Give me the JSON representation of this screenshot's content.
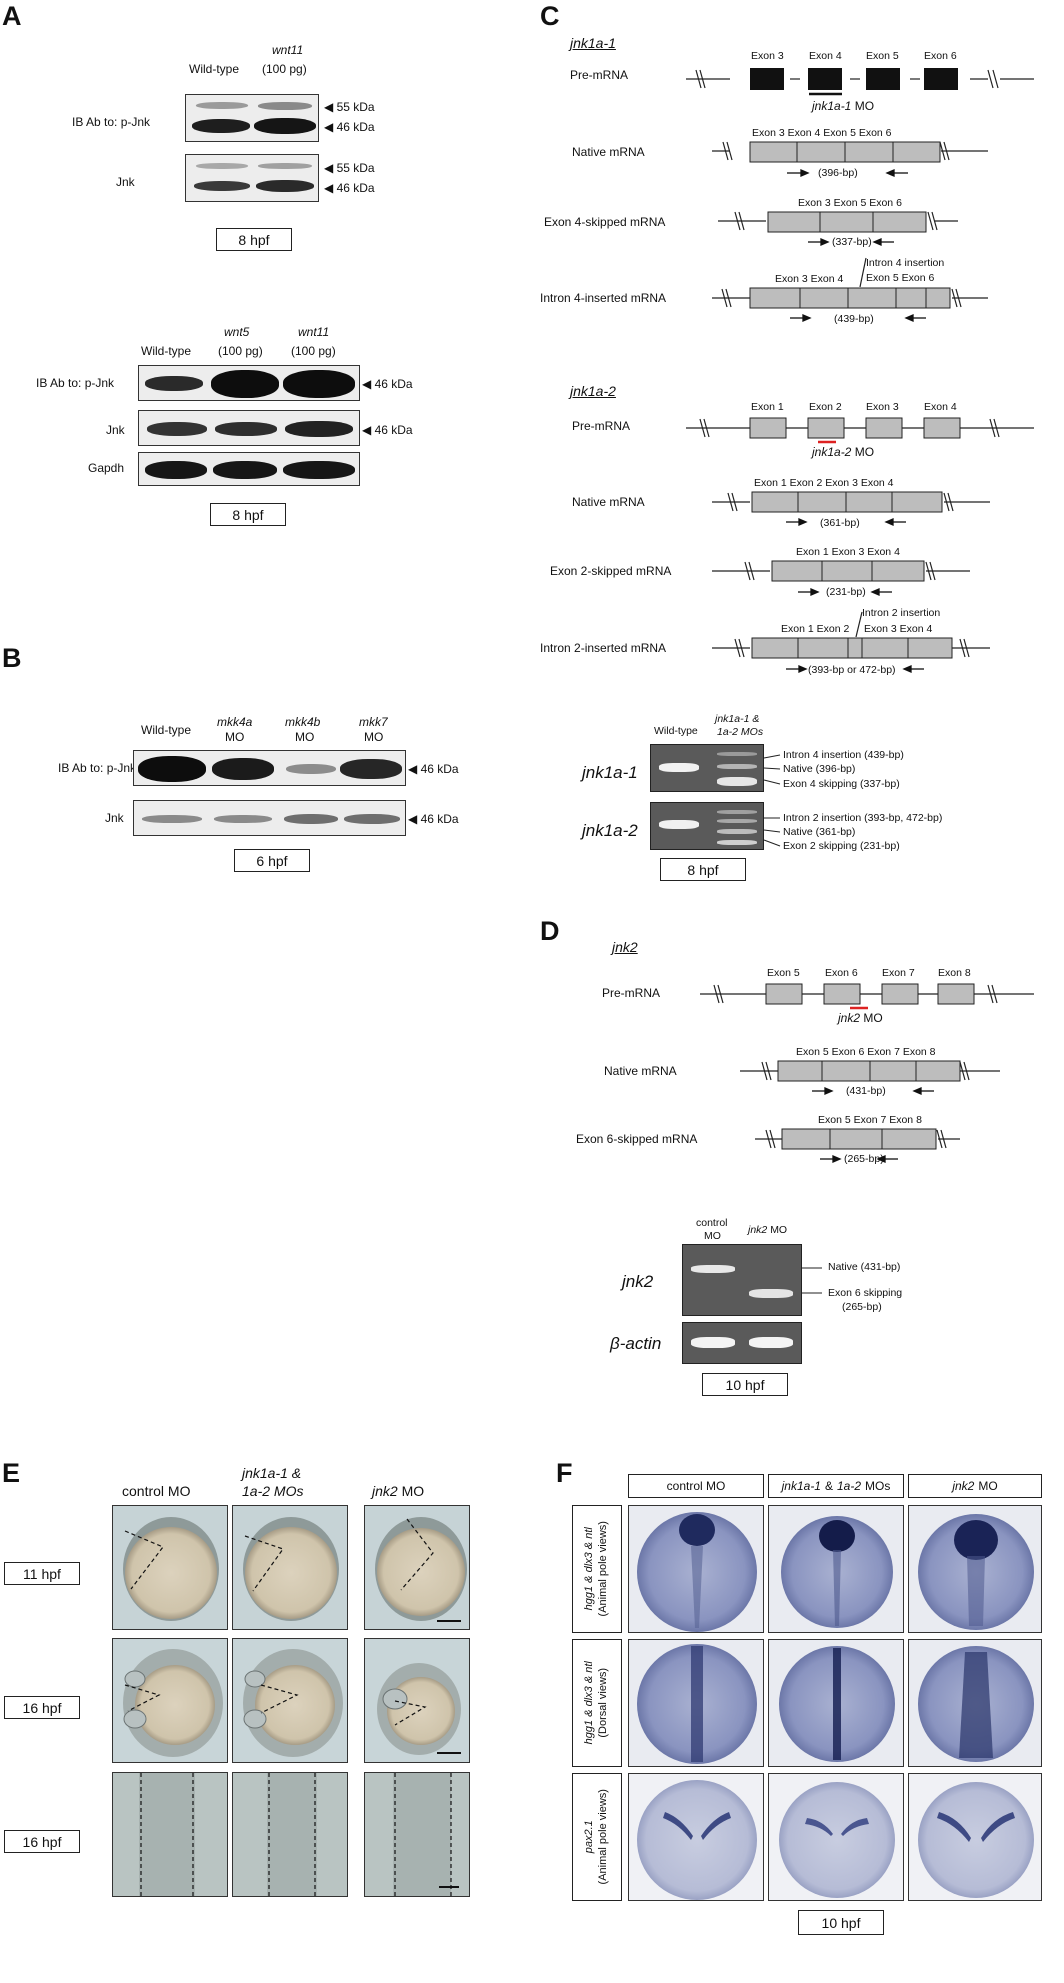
{
  "panels": {
    "a": "A",
    "b": "B",
    "c": "C",
    "d": "D",
    "e": "E",
    "f": "F"
  },
  "panelA": {
    "top": {
      "col_wt": "Wild-type",
      "col_wnt11_name": "wnt11",
      "col_wnt11_dose": "(100 pg)",
      "row_pjnk": "IB Ab to: p-Jnk",
      "row_jnk": "Jnk",
      "m55": "◀ 55 kDa",
      "m46": "◀ 46 kDa",
      "stage": "8 hpf"
    },
    "bottom": {
      "col_wt": "Wild-type",
      "col_wnt5_name": "wnt5",
      "col_wnt5_dose": "(100 pg)",
      "col_wnt11_name": "wnt11",
      "col_wnt11_dose": "(100 pg)",
      "row_pjnk": "IB Ab to: p-Jnk",
      "row_jnk": "Jnk",
      "row_gapdh": "Gapdh",
      "m46": "◀ 46 kDa",
      "stage": "8 hpf"
    }
  },
  "panelB": {
    "col_wt": "Wild-type",
    "col_mkk4a": "mkk4a",
    "col_mkk4b": "mkk4b",
    "col_mkk7": "mkk7",
    "mo": "MO",
    "row_pjnk": "IB Ab to:  p-Jnk",
    "row_jnk": "Jnk",
    "m46": "◀ 46 kDa",
    "stage": "6 hpf"
  },
  "panelC": {
    "jnk1a1": {
      "title": "jnk1a-1",
      "pre": "Pre-mRNA",
      "native": "Native mRNA",
      "skipped": "Exon 4-skipped mRNA",
      "inserted": "Intron 4-inserted mRNA",
      "ex3": "Exon 3",
      "ex4": "Exon 4",
      "ex5": "Exon 5",
      "ex6": "Exon 6",
      "mo_name": "jnk1a-1",
      "mo": "MO",
      "native_exons": "Exon 3 Exon 4 Exon 5 Exon 6",
      "native_bp": "(396-bp)",
      "skip_exons": "Exon 3 Exon 5 Exon 6",
      "skip_bp": "(337-bp)",
      "ins_left": "Exon 3 Exon 4",
      "ins_label": "Intron 4 insertion",
      "ins_right": "Exon 5 Exon 6",
      "ins_bp": "(439-bp)"
    },
    "jnk1a2": {
      "title": "jnk1a-2",
      "pre": "Pre-mRNA",
      "native": "Native mRNA",
      "skipped": "Exon 2-skipped mRNA",
      "inserted": "Intron 2-inserted mRNA",
      "ex1": "Exon 1",
      "ex2": "Exon 2",
      "ex3": "Exon 3",
      "ex4": "Exon 4",
      "mo_name": "jnk1a-2",
      "mo": "MO",
      "native_exons": "Exon 1 Exon 2 Exon 3 Exon 4",
      "native_bp": "(361-bp)",
      "skip_exons": "Exon 1 Exon 3 Exon 4",
      "skip_bp": "(231-bp)",
      "ins_left": "Exon 1 Exon 2",
      "ins_label": "Intron 2 insertion",
      "ins_right": "Exon 3 Exon 4",
      "ins_bp": "(393-bp or 472-bp)"
    },
    "gel": {
      "col_wt": "Wild-type",
      "col_mo1": "jnk1a-1 &",
      "col_mo2": "1a-2 MOs",
      "row1": "jnk1a-1",
      "row2": "jnk1a-2",
      "r1_a": "Intron 4 insertion (439-bp)",
      "r1_b": "Native (396-bp)",
      "r1_c": "Exon 4 skipping (337-bp)",
      "r2_a": "Intron 2 insertion (393-bp, 472-bp)",
      "r2_b": "Native (361-bp)",
      "r2_c": "Exon 2 skipping (231-bp)",
      "stage": "8 hpf"
    }
  },
  "panelD": {
    "title": "jnk2",
    "pre": "Pre-mRNA",
    "native": "Native mRNA",
    "skipped": "Exon 6-skipped mRNA",
    "ex5": "Exon 5",
    "ex6": "Exon 6",
    "ex7": "Exon 7",
    "ex8": "Exon 8",
    "mo_name": "jnk2",
    "mo": "MO",
    "native_exons": "Exon 5 Exon 6 Exon 7 Exon 8",
    "native_bp": "(431-bp)",
    "skip_exons": "Exon 5 Exon 7 Exon 8",
    "skip_bp": "(265-bp)",
    "gel": {
      "col_ctrl1": "control",
      "col_ctrl2": "MO",
      "col_jnk2": "jnk2",
      "col_jnk2_mo": "MO",
      "row1": "jnk2",
      "row2": "β-actin",
      "native": "Native (431-bp)",
      "skip1": "Exon 6 skipping",
      "skip2": "(265-bp)",
      "stage": "10 hpf"
    }
  },
  "panelE": {
    "col1": "control MO",
    "col2a": "jnk1a-1 &",
    "col2b": "1a-2 MOs",
    "col3_name": "jnk2",
    "col3_mo": "MO",
    "row1": "11 hpf",
    "row2": "16 hpf",
    "row3": "16 hpf"
  },
  "panelF": {
    "col1": "control MO",
    "col2_a": "jnk1a-1",
    "col2_amp": "&",
    "col2_b": "1a-2",
    "col2_mo": "MOs",
    "col3_name": "jnk2",
    "col3_mo": "MO",
    "row1_a": "hgg1 & dlx3 & ntl",
    "row1_b": "(Animal pole views)",
    "row2_a": "hgg1 & dlx3 & ntl",
    "row2_b": "(Dorsal views)",
    "row3_a": "pax2.1",
    "row3_b": "(Animal pole views)",
    "stage": "10 hpf"
  }
}
